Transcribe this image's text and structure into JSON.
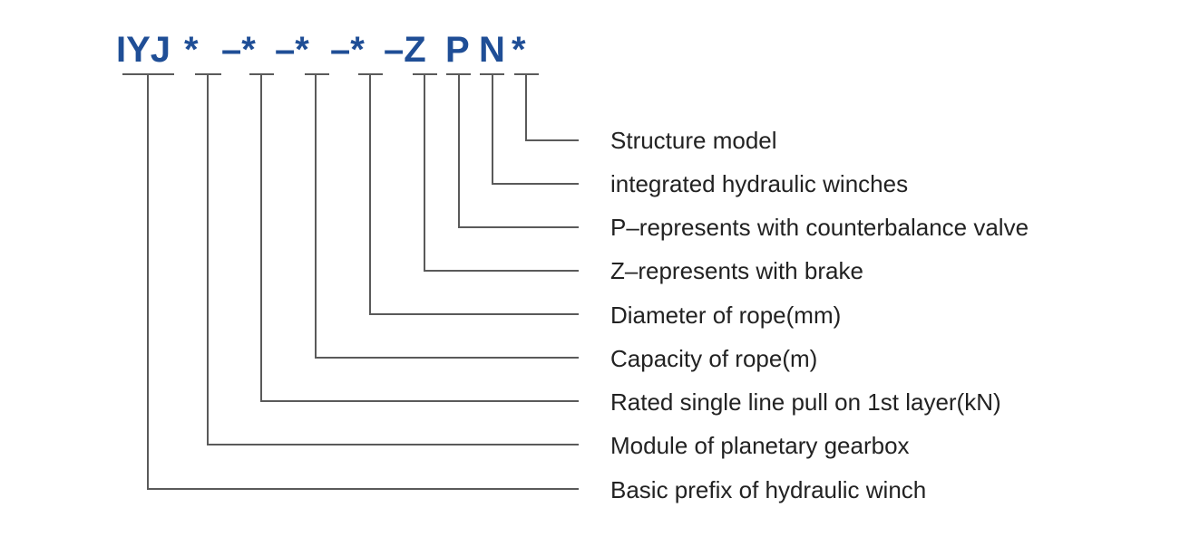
{
  "colors": {
    "code": "#1f4e96",
    "lines": "#5a5a5a",
    "text": "#222222",
    "background": "#ffffff"
  },
  "model_code": {
    "segments": [
      "IYJ",
      "*",
      "–*",
      "–*",
      "–*",
      "–Z",
      "P",
      "N",
      "*"
    ]
  },
  "descriptions": [
    "Structure model",
    "integrated hydraulic winches",
    "P–represents with counterbalance valve",
    "Z–represents with brake",
    "Diameter of rope(mm)",
    "Capacity of rope(m)",
    "Rated single line pull on 1st layer(kN)",
    "Module of planetary gearbox",
    "Basic prefix of hydraulic winch"
  ]
}
